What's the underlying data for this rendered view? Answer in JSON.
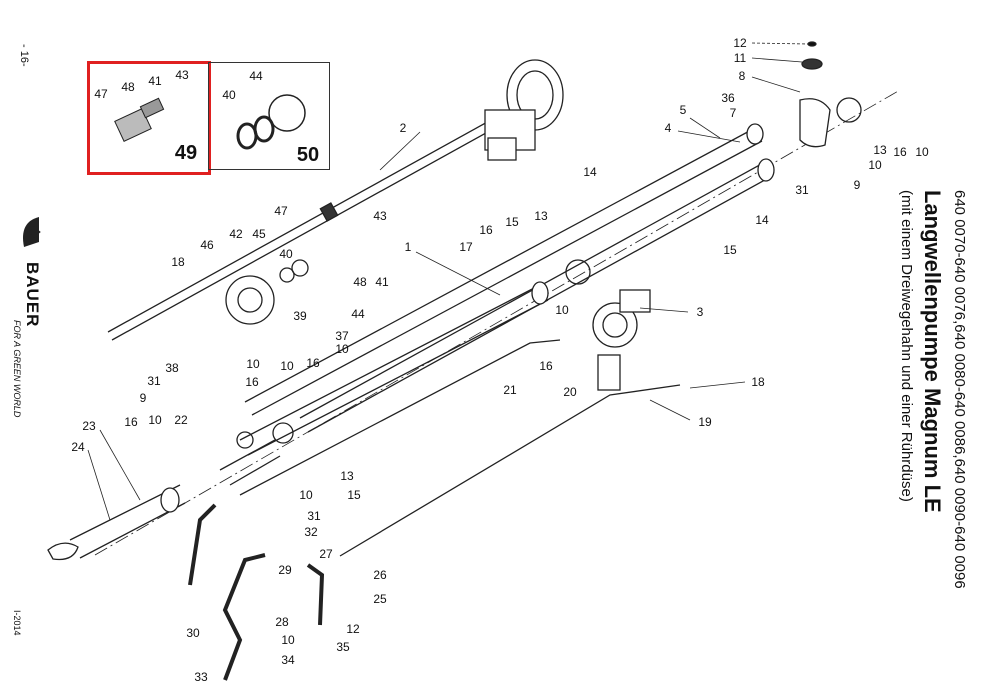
{
  "header": {
    "model_numbers": "640 0070-640 0076,640 0080-640 0086,640 0090-640 0096",
    "title": "Langwellenpumpe Magnum LE",
    "subtitle": "(mit einem Dreiwegehahn und einer Rührdüse)"
  },
  "page_number": "- 16-",
  "brand": {
    "name": "BAUER",
    "tagline": "FOR A GREEN WORLD"
  },
  "date_code": "I-2014",
  "highlight_color": "#e02020",
  "insets": [
    {
      "number": "49",
      "parts": [
        "47",
        "48",
        "41",
        "43"
      ],
      "highlighted": true
    },
    {
      "number": "50",
      "parts": [
        "44",
        "40"
      ],
      "highlighted": false
    }
  ],
  "callouts": [
    "12",
    "11",
    "8",
    "36",
    "7",
    "5",
    "4",
    "13",
    "16",
    "10",
    "10",
    "9",
    "31",
    "14",
    "15",
    "14",
    "13",
    "15",
    "16",
    "17",
    "1",
    "3",
    "10",
    "16",
    "20",
    "21",
    "18",
    "19",
    "2",
    "47",
    "43",
    "42",
    "45",
    "46",
    "40",
    "18",
    "48",
    "41",
    "39",
    "44",
    "37",
    "10",
    "10",
    "10",
    "16",
    "38",
    "31",
    "16",
    "9",
    "10",
    "22",
    "16",
    "23",
    "24",
    "13",
    "15",
    "10",
    "31",
    "32",
    "29",
    "27",
    "26",
    "25",
    "28",
    "12",
    "35",
    "30",
    "10",
    "34",
    "33"
  ]
}
